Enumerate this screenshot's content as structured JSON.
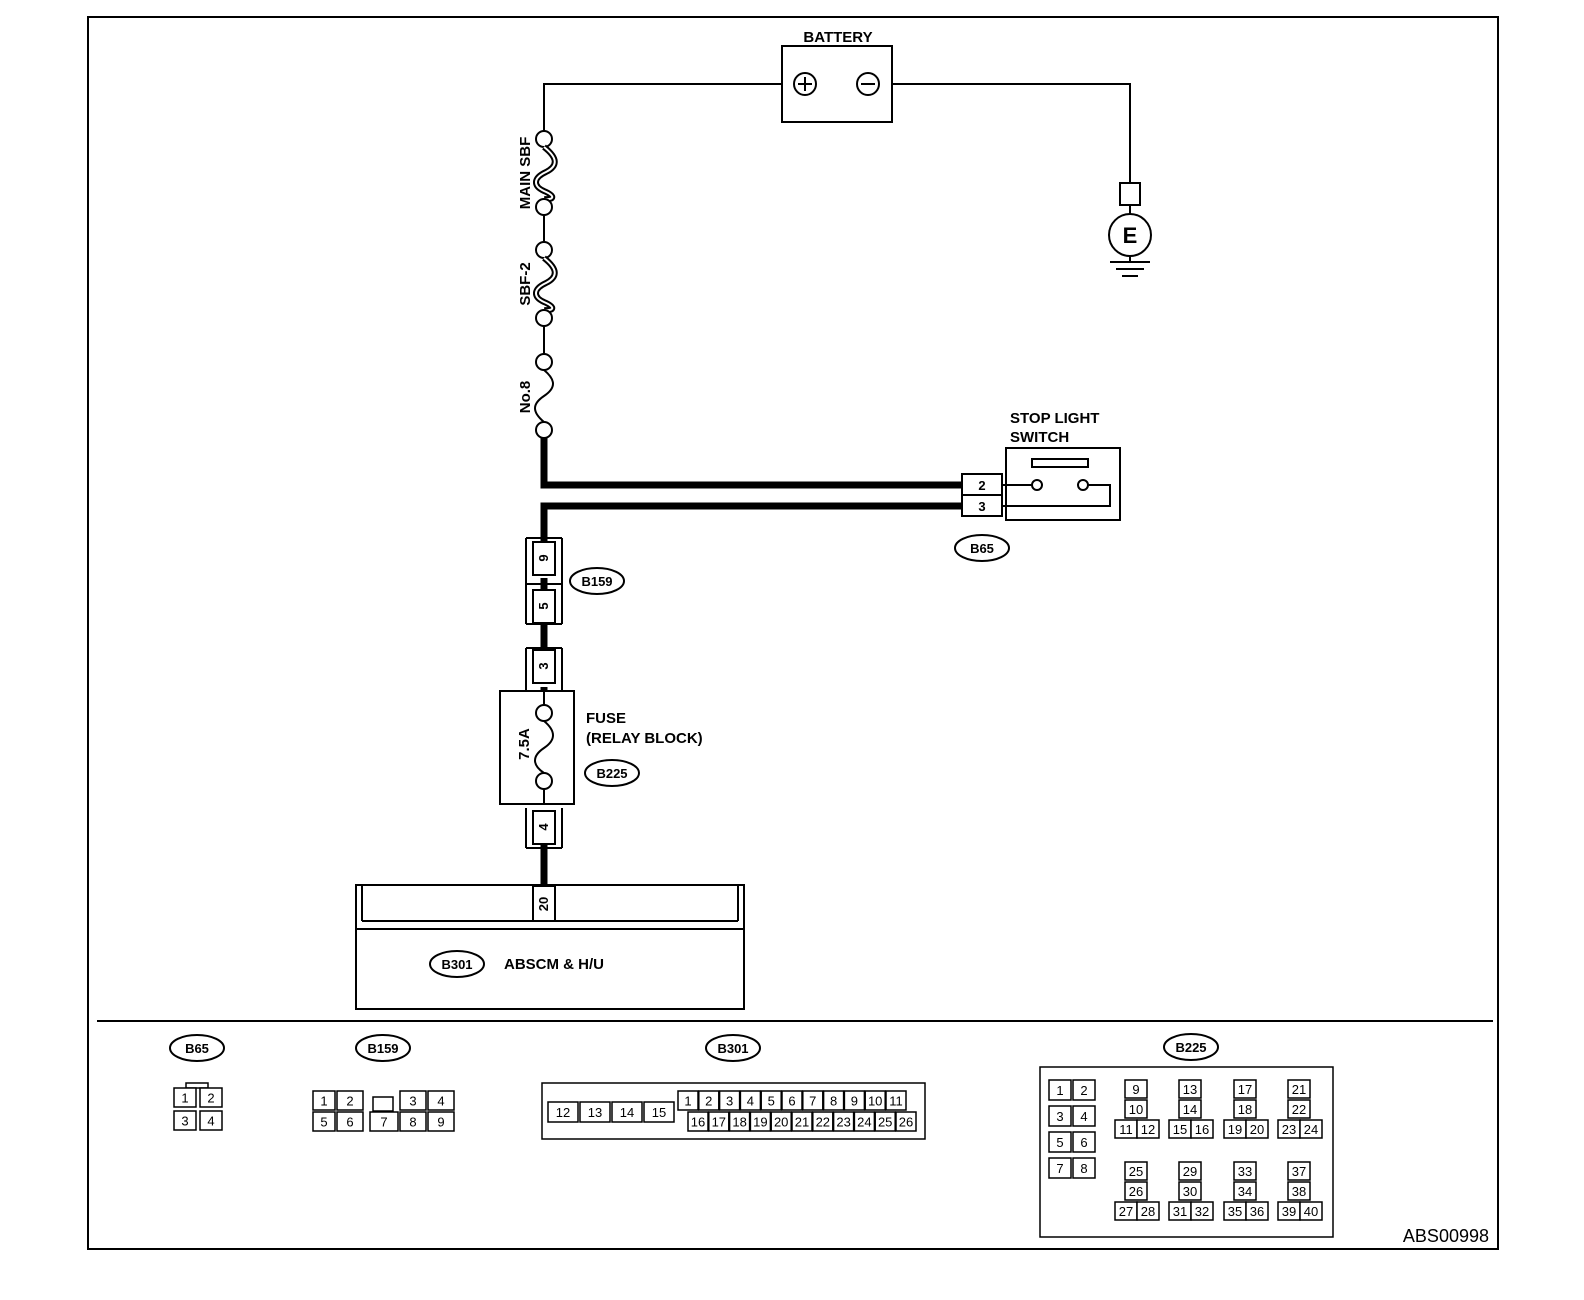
{
  "diagram_id": "ABS00998",
  "battery": {
    "label": "BATTERY",
    "plus": "⊕",
    "minus": "⊖"
  },
  "ground": {
    "label": "E"
  },
  "fuses": {
    "main_sbf": "MAIN SBF",
    "sbf2": "SBF-2",
    "no8": "No.8"
  },
  "stop_light_switch": {
    "label_line1": "STOP LIGHT",
    "label_line2": "SWITCH",
    "connector": "B65",
    "pin_a": "2",
    "pin_b": "3"
  },
  "b159": {
    "connector": "B159",
    "pin_top": "9",
    "pin_bottom": "5"
  },
  "relay_fuse": {
    "pin_in": "3",
    "rating": "7.5A",
    "label_line1": "FUSE",
    "label_line2": "(RELAY BLOCK)",
    "connector": "B225",
    "pin_out": "4"
  },
  "abscm": {
    "connector": "B301",
    "label": "ABSCM & H/U",
    "pin": "20"
  },
  "connector_views": {
    "b65": {
      "name": "B65",
      "pins": [
        "1",
        "2",
        "3",
        "4"
      ]
    },
    "b159": {
      "name": "B159",
      "top": [
        "1",
        "2",
        "3",
        "4"
      ],
      "bottom": [
        "5",
        "6",
        "7",
        "8",
        "9"
      ]
    },
    "b301": {
      "name": "B301",
      "left": [
        "12",
        "13",
        "14",
        "15"
      ],
      "top": [
        "1",
        "2",
        "3",
        "4",
        "5",
        "6",
        "7",
        "8",
        "9",
        "10",
        "11"
      ],
      "bottom": [
        "16",
        "17",
        "18",
        "19",
        "20",
        "21",
        "22",
        "23",
        "24",
        "25",
        "26"
      ]
    },
    "b225": {
      "name": "B225",
      "left": [
        "1",
        "2",
        "3",
        "4",
        "5",
        "6",
        "7",
        "8"
      ],
      "groups_upper": [
        [
          "9",
          "10",
          "11",
          "12"
        ],
        [
          "13",
          "14",
          "15",
          "16"
        ],
        [
          "17",
          "18",
          "19",
          "20"
        ],
        [
          "21",
          "22",
          "23",
          "24"
        ]
      ],
      "groups_lower": [
        [
          "25",
          "26",
          "27",
          "28"
        ],
        [
          "29",
          "30",
          "31",
          "32"
        ],
        [
          "33",
          "34",
          "35",
          "36"
        ],
        [
          "37",
          "38",
          "39",
          "40"
        ]
      ]
    }
  }
}
